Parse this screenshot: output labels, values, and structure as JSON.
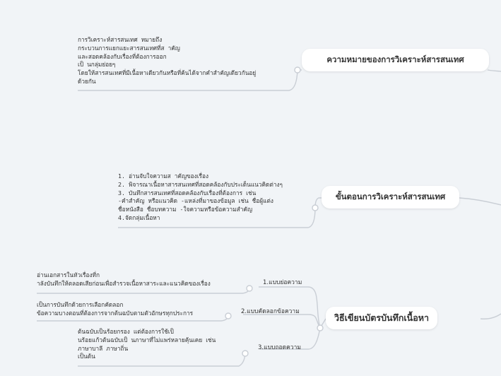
{
  "topics": [
    {
      "title": "ความหมายของการวิเคราะห์สารสนเทศ",
      "note": "การวิเคราะห์สารสนเทศ หมายถึง\nกระบวนการแยกแยะสารสนเทศที่ส าคัญ\nและสอดคล้องกับเรื่องที่ต้องการออก\nเป็ นกลุ่มย่อยๆ\nโดยให้สารสนเทศที่มีเนื้อหาเดียวกันหรือที่ค้นได้จากคำสำคัญเดียวกันอยู่\nด้วยกัน"
    },
    {
      "title": "ขั้นตอนการวิเคราะห์สารสนเทศ",
      "note": "1. อ่านจับใจความส าคัญของเรื่อง\n2. พิจารณาเนื้อหาสารสนเทศที่สอดคล้องกับประเด็นแนวคิดต่างๆ\n3. บันทึกสารสนเทศที่สอดคล้องกับเรื่องที่ต้องการ เช่น\n-คำสำคัญ หรือแนวคิด -แหล่งที่มาของข้อมูล เช่น ชื่อผู้แต่ง\nชื่อหนังสือ ชื่อบทความ -ใจความหรือข้อความสำคัญ\n4.จัดกลุ่มเนื้อหา"
    },
    {
      "title": "วิธีเขียนบัตรบันทึกเนื้อหา",
      "subtopics": [
        {
          "label": "1.แบบย่อความ",
          "note": "อ่านเอกสารในหัวเรื่องที่ก\nาลังบันทึกให้ตลอดเสียก่อนเพื่อสำรวจเนื้อหาสาระและแนวคิดของเรื่อง"
        },
        {
          "label": "2.แบบคัดลอกข้อความ",
          "note": "เป็นการบันทึกด้วยการเลือกคัดลอก\nข้อความบางตอนที่ต้องการจากต้นฉบับตามตัวอักษรทุกประการ"
        },
        {
          "label": "3.แบบถอดความ",
          "note": "ต้นฉบับเป็นร้อยกรอง แต่ต้องการใช้เป็\nนร้อยแก้วต้นฉบับเป็ นภาษาที่ไม่แพร่หลายคุ้นเคย เช่น\nภาษาบาลี ภาษาถิ่น\nเป็นต้น"
        }
      ]
    }
  ],
  "colors": {
    "background": "#f1f4f7",
    "line": "#c7ccd3",
    "node": "#ffffff",
    "text": "#333333"
  }
}
